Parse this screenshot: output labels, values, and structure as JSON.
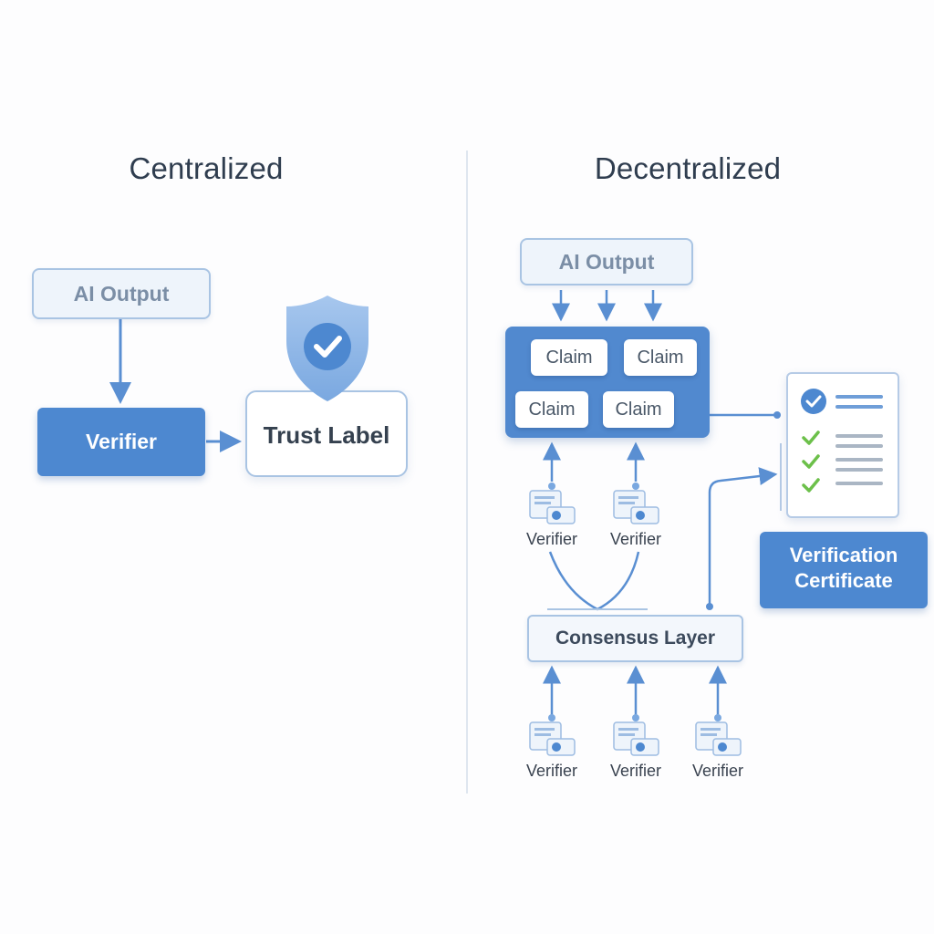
{
  "centralized": {
    "heading": "Centralized",
    "ai_output_label": "AI Output",
    "verifier_label": "Verifier",
    "trust_label": "Trust Label"
  },
  "decentralized": {
    "heading": "Decentralized",
    "ai_output_label": "AI Output",
    "claims": [
      "Claim",
      "Claim",
      "Claim",
      "Claim"
    ],
    "upper_verifiers": [
      "Verifier",
      "Verifier"
    ],
    "consensus_label": "Consensus Layer",
    "lower_verifiers": [
      "Verifier",
      "Verifier",
      "Verifier"
    ],
    "certificate_label_line1": "Verification",
    "certificate_label_line2": "Certificate"
  },
  "colors": {
    "accent_blue": "#4d88d0",
    "light_box": "#eef4fb",
    "line": "#5a8fd2",
    "check_green": "#6cc04a"
  },
  "icons": [
    "shield-check-icon",
    "verifier-document-icon",
    "checklist-document-icon"
  ]
}
